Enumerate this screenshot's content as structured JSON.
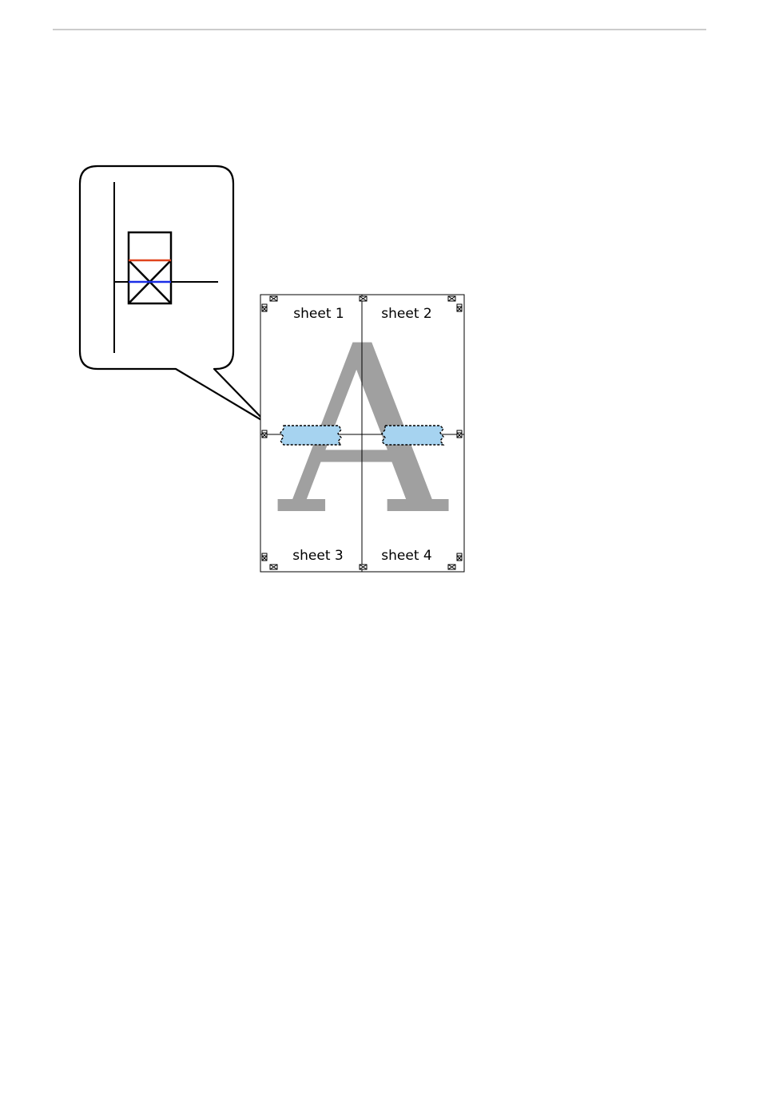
{
  "sheets": [
    {
      "label": "sheet 1"
    },
    {
      "label": "sheet 2"
    },
    {
      "label": "sheet 3"
    },
    {
      "label": "sheet 4"
    }
  ],
  "watermark_letter": "A",
  "colors": {
    "rule": "#999999",
    "outline": "#000000",
    "letter": "#a0a0a0",
    "tape_fill": "#a6d3f0",
    "callout_red_line": "#e0441e",
    "callout_blue_line": "#1a2ee6"
  }
}
